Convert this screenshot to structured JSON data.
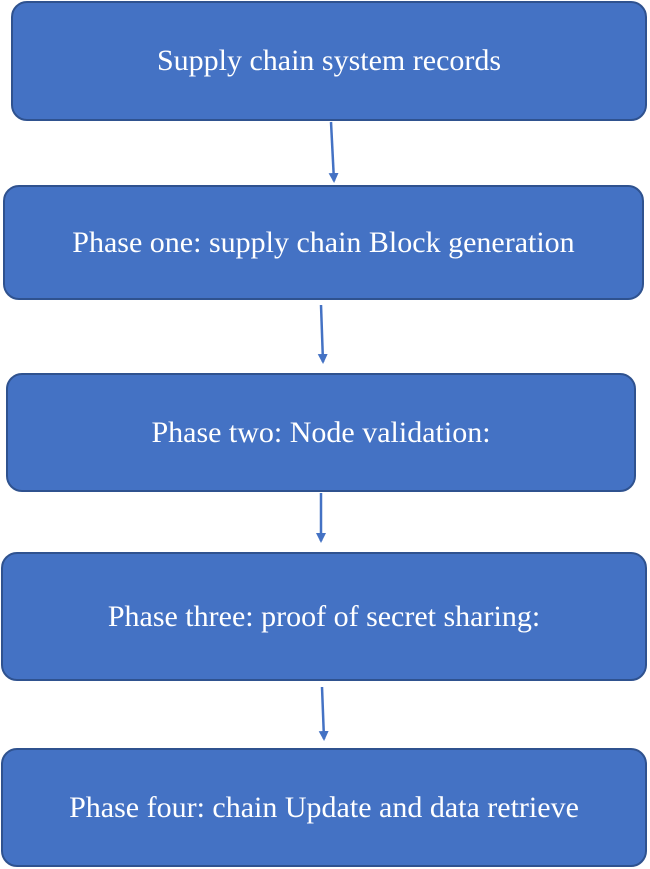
{
  "diagram": {
    "steps": [
      {
        "label": "Supply chain system records"
      },
      {
        "label": "Phase one: supply chain Block generation"
      },
      {
        "label": "Phase two: Node validation:"
      },
      {
        "label": "Phase three: proof of secret sharing:"
      },
      {
        "label": "Phase four: chain Update and data retrieve"
      }
    ],
    "colors": {
      "box_fill": "#4472c4",
      "box_border": "#2f528f",
      "text": "#ffffff",
      "arrow": "#4472c4"
    }
  }
}
